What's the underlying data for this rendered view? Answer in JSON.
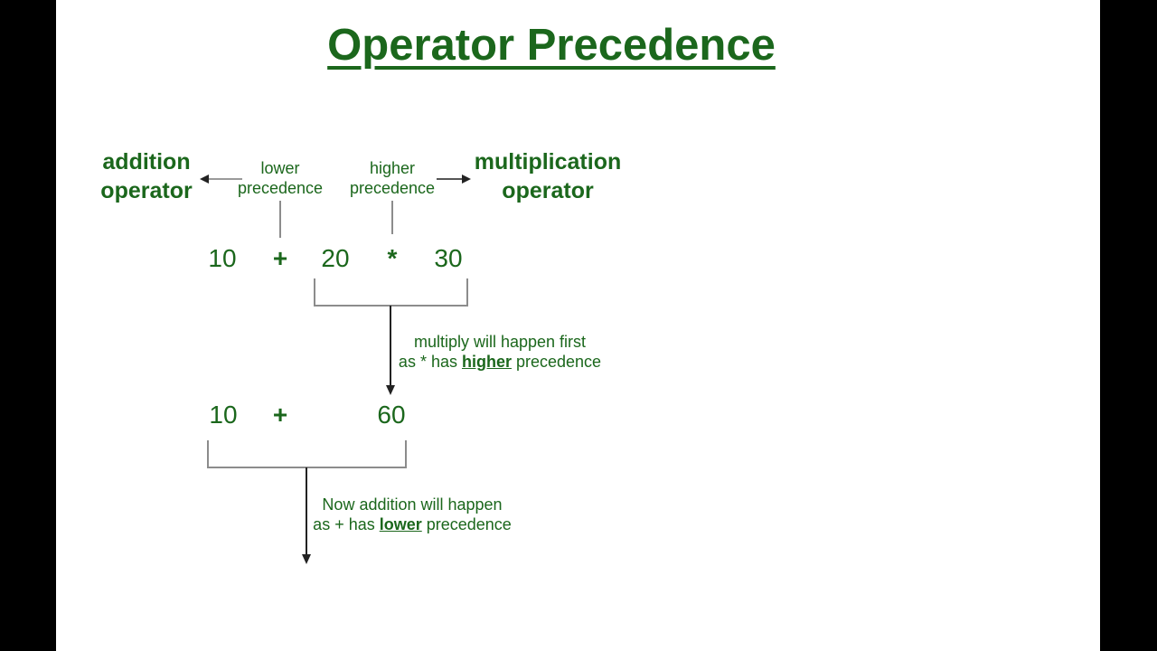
{
  "page": {
    "title": "Operator Precedence"
  },
  "colors": {
    "green": "#1b671c",
    "line_gray": "#8c8c8c",
    "arrow_dark": "#222222",
    "pillar": "#000000",
    "bg": "#ffffff"
  },
  "labels": {
    "addition_operator": {
      "line1": "addition",
      "line2": "operator"
    },
    "multiplication_operator": {
      "line1": "multiplication",
      "line2": "operator"
    },
    "lower_precedence": {
      "line1": "lower",
      "line2": "precedence"
    },
    "higher_precedence": {
      "line1": "higher",
      "line2": "precedence"
    }
  },
  "icons": {
    "arrow_left": "left-arrow",
    "arrow_right": "right-arrow",
    "arrow_down_first": "down-arrow",
    "arrow_down_second": "down-arrow"
  },
  "expression1": {
    "operand1": "10",
    "operator1": "+",
    "operand2": "20",
    "operator2": "*",
    "operand3": "30"
  },
  "annotation1": {
    "line1": "multiply will happen first",
    "line2_prefix": "as * has ",
    "line2_emphasis": "higher",
    "line2_suffix": " precedence"
  },
  "expression2": {
    "operand1": "10",
    "operator1": "+",
    "result": "60"
  },
  "annotation2": {
    "line1": "Now addition will happen",
    "line2_prefix": "as + has ",
    "line2_emphasis": "lower",
    "line2_suffix": " precedence"
  }
}
